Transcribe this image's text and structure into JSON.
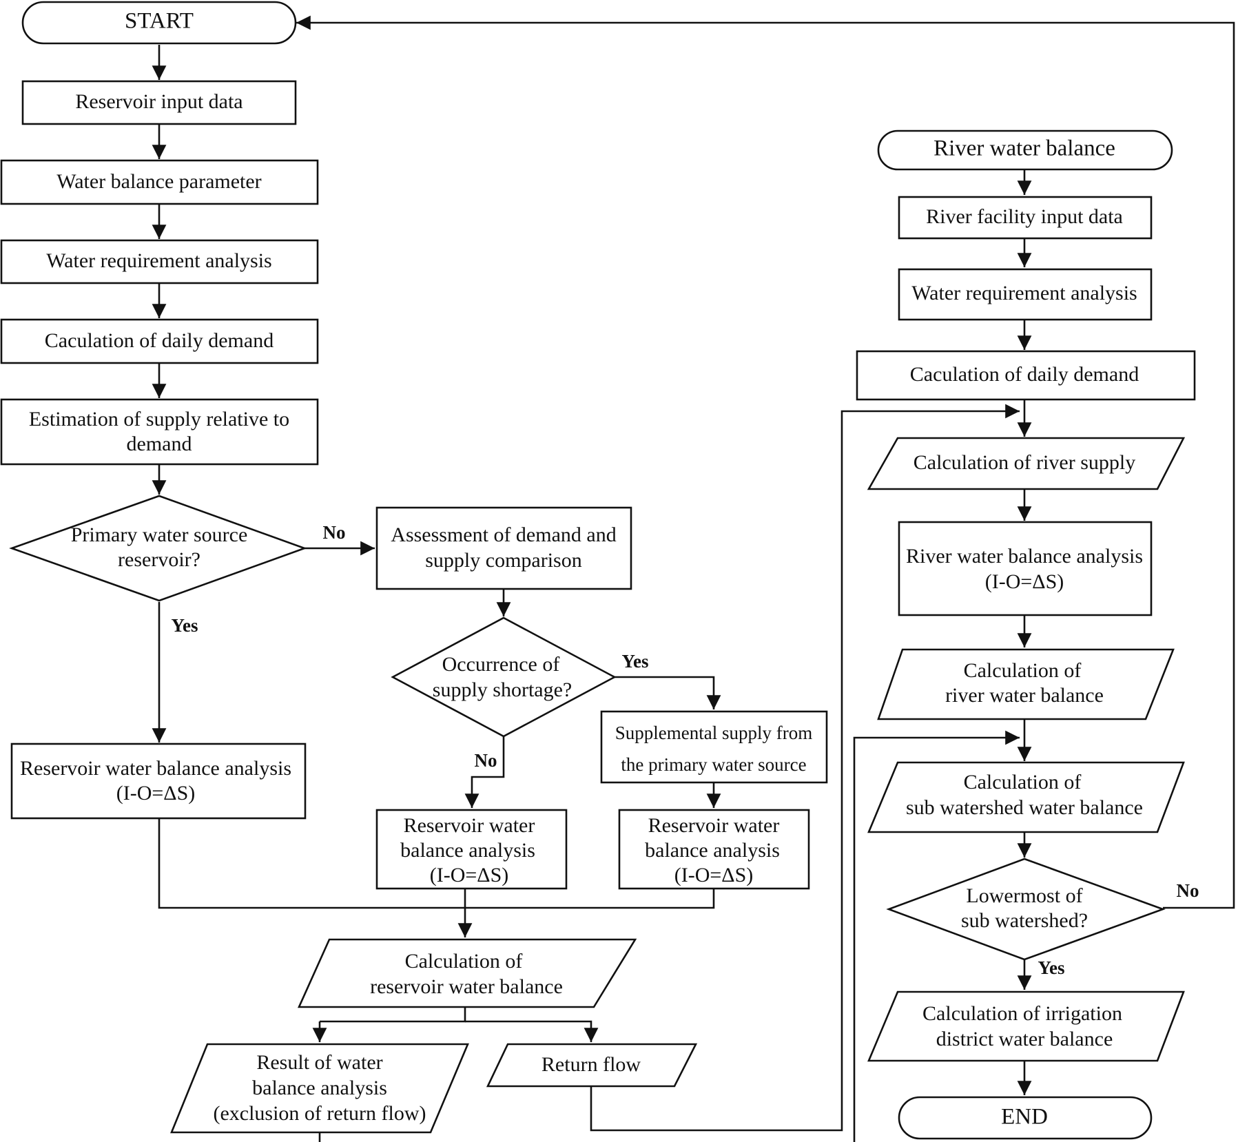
{
  "nodes": {
    "start": "START",
    "reservoir_input": "Reservoir input data",
    "wb_parameter": "Water balance parameter",
    "water_req": "Water requirement analysis",
    "daily_demand": "Caculation of daily demand",
    "estimation_1": "Estimation of supply relative to",
    "estimation_2": "demand",
    "primary_q_1": "Primary water source",
    "primary_q_2": "reservoir?",
    "assessment_1": "Assessment of demand and",
    "assessment_2": "supply comparison",
    "shortage_q_1": "Occurrence of",
    "shortage_q_2": "supply shortage?",
    "supplemental_1": "Supplemental supply from",
    "supplemental_2": "the primary water source",
    "res_wb_analysis_1": "Reservoir water balance analysis",
    "res_wb_analysis_2": "(I-O=ΔS)",
    "res_wb_mid_1": "Reservoir water",
    "res_wb_mid_2": "balance analysis",
    "res_wb_mid_3": "(I-O=ΔS)",
    "res_wb_right_1": "Reservoir water",
    "res_wb_right_2": "balance analysis",
    "res_wb_right_3": "(I-O=ΔS)",
    "calc_res_wb_1": "Calculation of",
    "calc_res_wb_2": "reservoir water balance",
    "result_1": "Result of water",
    "result_2": "balance analysis",
    "result_3": "(exclusion of return flow)",
    "return_flow": "Return flow",
    "river_wb_start": "River water balance",
    "river_facility": "River facility input data",
    "river_water_req": "Water requirement analysis",
    "river_daily_demand": "Caculation of daily demand",
    "calc_river_supply": "Calculation of river supply",
    "river_wb_analysis_1": "River water balance analysis",
    "river_wb_analysis_2": "(I-O=ΔS)",
    "calc_river_wb_1": "Calculation of",
    "calc_river_wb_2": "river water balance",
    "calc_sub_wb_1": "Calculation of",
    "calc_sub_wb_2": "sub watershed water balance",
    "lowermost_q_1": "Lowermost of",
    "lowermost_q_2": "sub watershed?",
    "calc_irrigation_1": "Calculation of irrigation",
    "calc_irrigation_2": "district water balance",
    "end": "END"
  },
  "edge_labels": {
    "primary_no": "No",
    "primary_yes": "Yes",
    "shortage_yes": "Yes",
    "shortage_no": "No",
    "lowermost_no": "No",
    "lowermost_yes": "Yes"
  }
}
